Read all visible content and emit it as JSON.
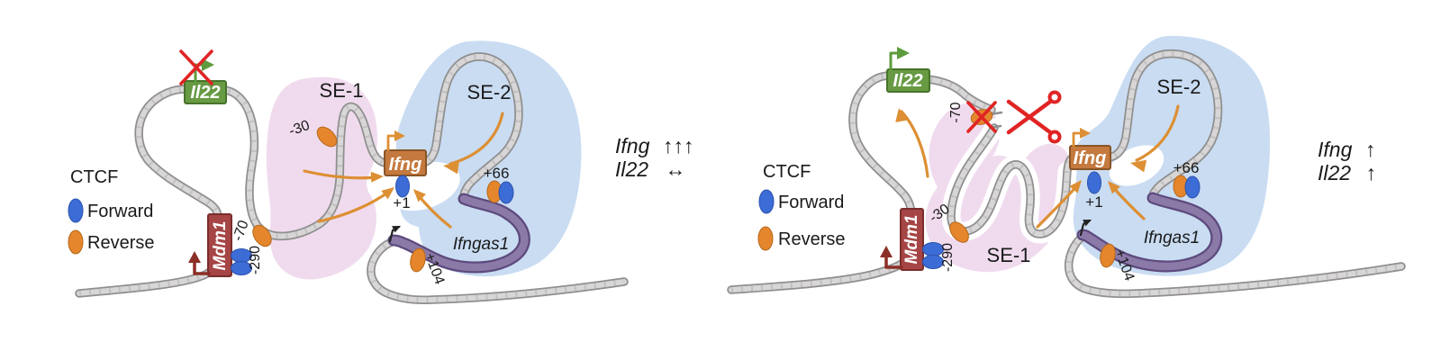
{
  "colors": {
    "strand_fill": "#d8d6d6",
    "strand_stroke": "#8f8f8f",
    "se1_pink": "#f0dbee",
    "se2_blue": "#c9dcf2",
    "il22_green": "#679a43",
    "il22_green_border": "#47742b",
    "mdm1_red": "#a64545",
    "mdm1_red_border": "#7b2d2d",
    "ifng_orange": "#c4793e",
    "ifng_orange_border": "#8a5526",
    "ctcf_forward_blue": "#3c6cd6",
    "ctcf_reverse_orange": "#e5862c",
    "regulatory_arrow_orange": "#dd8f33",
    "ifngas1_purple": "#8b7aa8",
    "ifngas1_purple_border": "#5d4a7e",
    "cut_red": "#e02424",
    "promoter_dark_red": "#8c2f26",
    "promoter_green": "#5d9b3d",
    "text_color": "#1a1a1a"
  },
  "legend": {
    "title": "CTCF",
    "forward_label": "Forward",
    "reverse_label": "Reverse"
  },
  "panels": {
    "a": {
      "genes": {
        "il22": "Il22",
        "mdm1": "Mdm1",
        "ifng": "Ifng",
        "ifngas1": "Ifngas1"
      },
      "enhancers": {
        "se1": "SE-1",
        "se2": "SE-2"
      },
      "sites": {
        "minus70": "-70",
        "minus290": "-290",
        "minus30": "-30",
        "plus1": "+1",
        "plus66": "+66",
        "plus104": "+104"
      },
      "outcome": {
        "gene1": "Ifng",
        "change1": "↑↑↑",
        "gene2": "Il22",
        "change2": "↔"
      }
    },
    "b": {
      "genes": {
        "il22": "Il22",
        "mdm1": "Mdm1",
        "ifng": "Ifng",
        "ifngas1": "Ifngas1"
      },
      "enhancers": {
        "se1": "SE-1",
        "se2": "SE-2"
      },
      "sites": {
        "minus70": "-70",
        "minus290": "-290",
        "minus30": "-30",
        "plus1": "+1",
        "plus66": "+66",
        "plus104": "+104"
      },
      "outcome": {
        "gene1": "Ifng",
        "change1": "↑",
        "gene2": "Il22",
        "change2": "↑"
      }
    }
  }
}
